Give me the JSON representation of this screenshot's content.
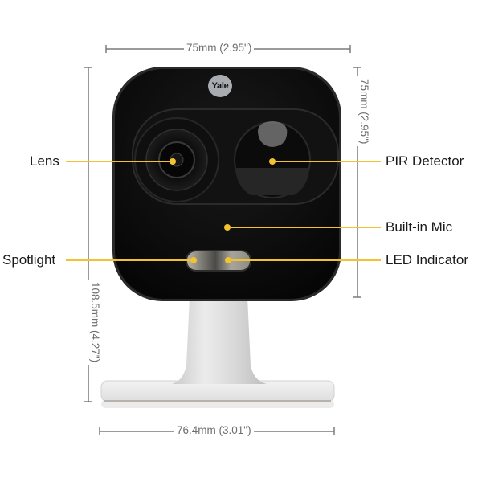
{
  "product": {
    "brand_logo": "Yale",
    "type": "outdoor security camera with stand"
  },
  "dimensions": {
    "width_top": "75mm (2.95\")",
    "height_head": "75mm (2.95\")",
    "height_total": "108.5mm (4.27\")",
    "width_base": "76.4mm (3.01\")"
  },
  "callouts": {
    "left": [
      {
        "label": "Lens"
      },
      {
        "label": "Spotlight"
      }
    ],
    "right": [
      {
        "label": "PIR Detector"
      },
      {
        "label": "Built-in Mic"
      },
      {
        "label": "LED Indicator"
      }
    ]
  },
  "colors": {
    "callout_line": "#f2c230",
    "dimension_line": "#7a7a7a",
    "camera_body": "#0b0b0b",
    "stand": "#dcdcdc",
    "label_text": "#1a1a1a"
  }
}
